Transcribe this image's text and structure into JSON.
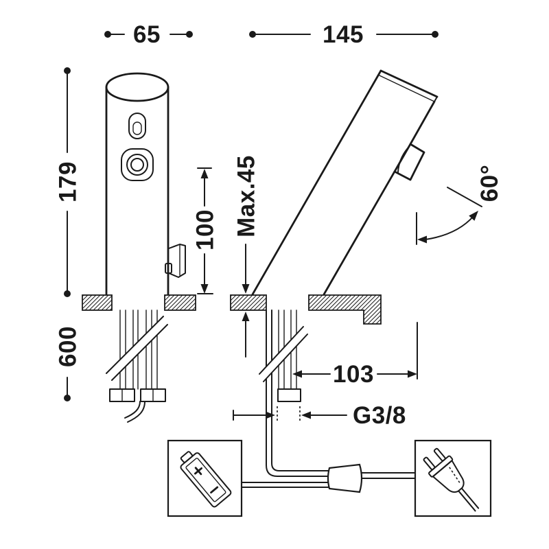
{
  "dimensions": {
    "front_width": "65",
    "side_width": "145",
    "total_height": "179",
    "hose_length": "600",
    "spout_height": "100",
    "counter_thickness": "Max.45",
    "spout_angle": "60°",
    "spout_reach": "103",
    "connection_thread": "G3/8"
  },
  "power_options": {
    "battery_icon": "battery-icon",
    "mains_icon": "plug-icon"
  },
  "colors": {
    "line": "#1a1a1a",
    "background": "#ffffff"
  }
}
